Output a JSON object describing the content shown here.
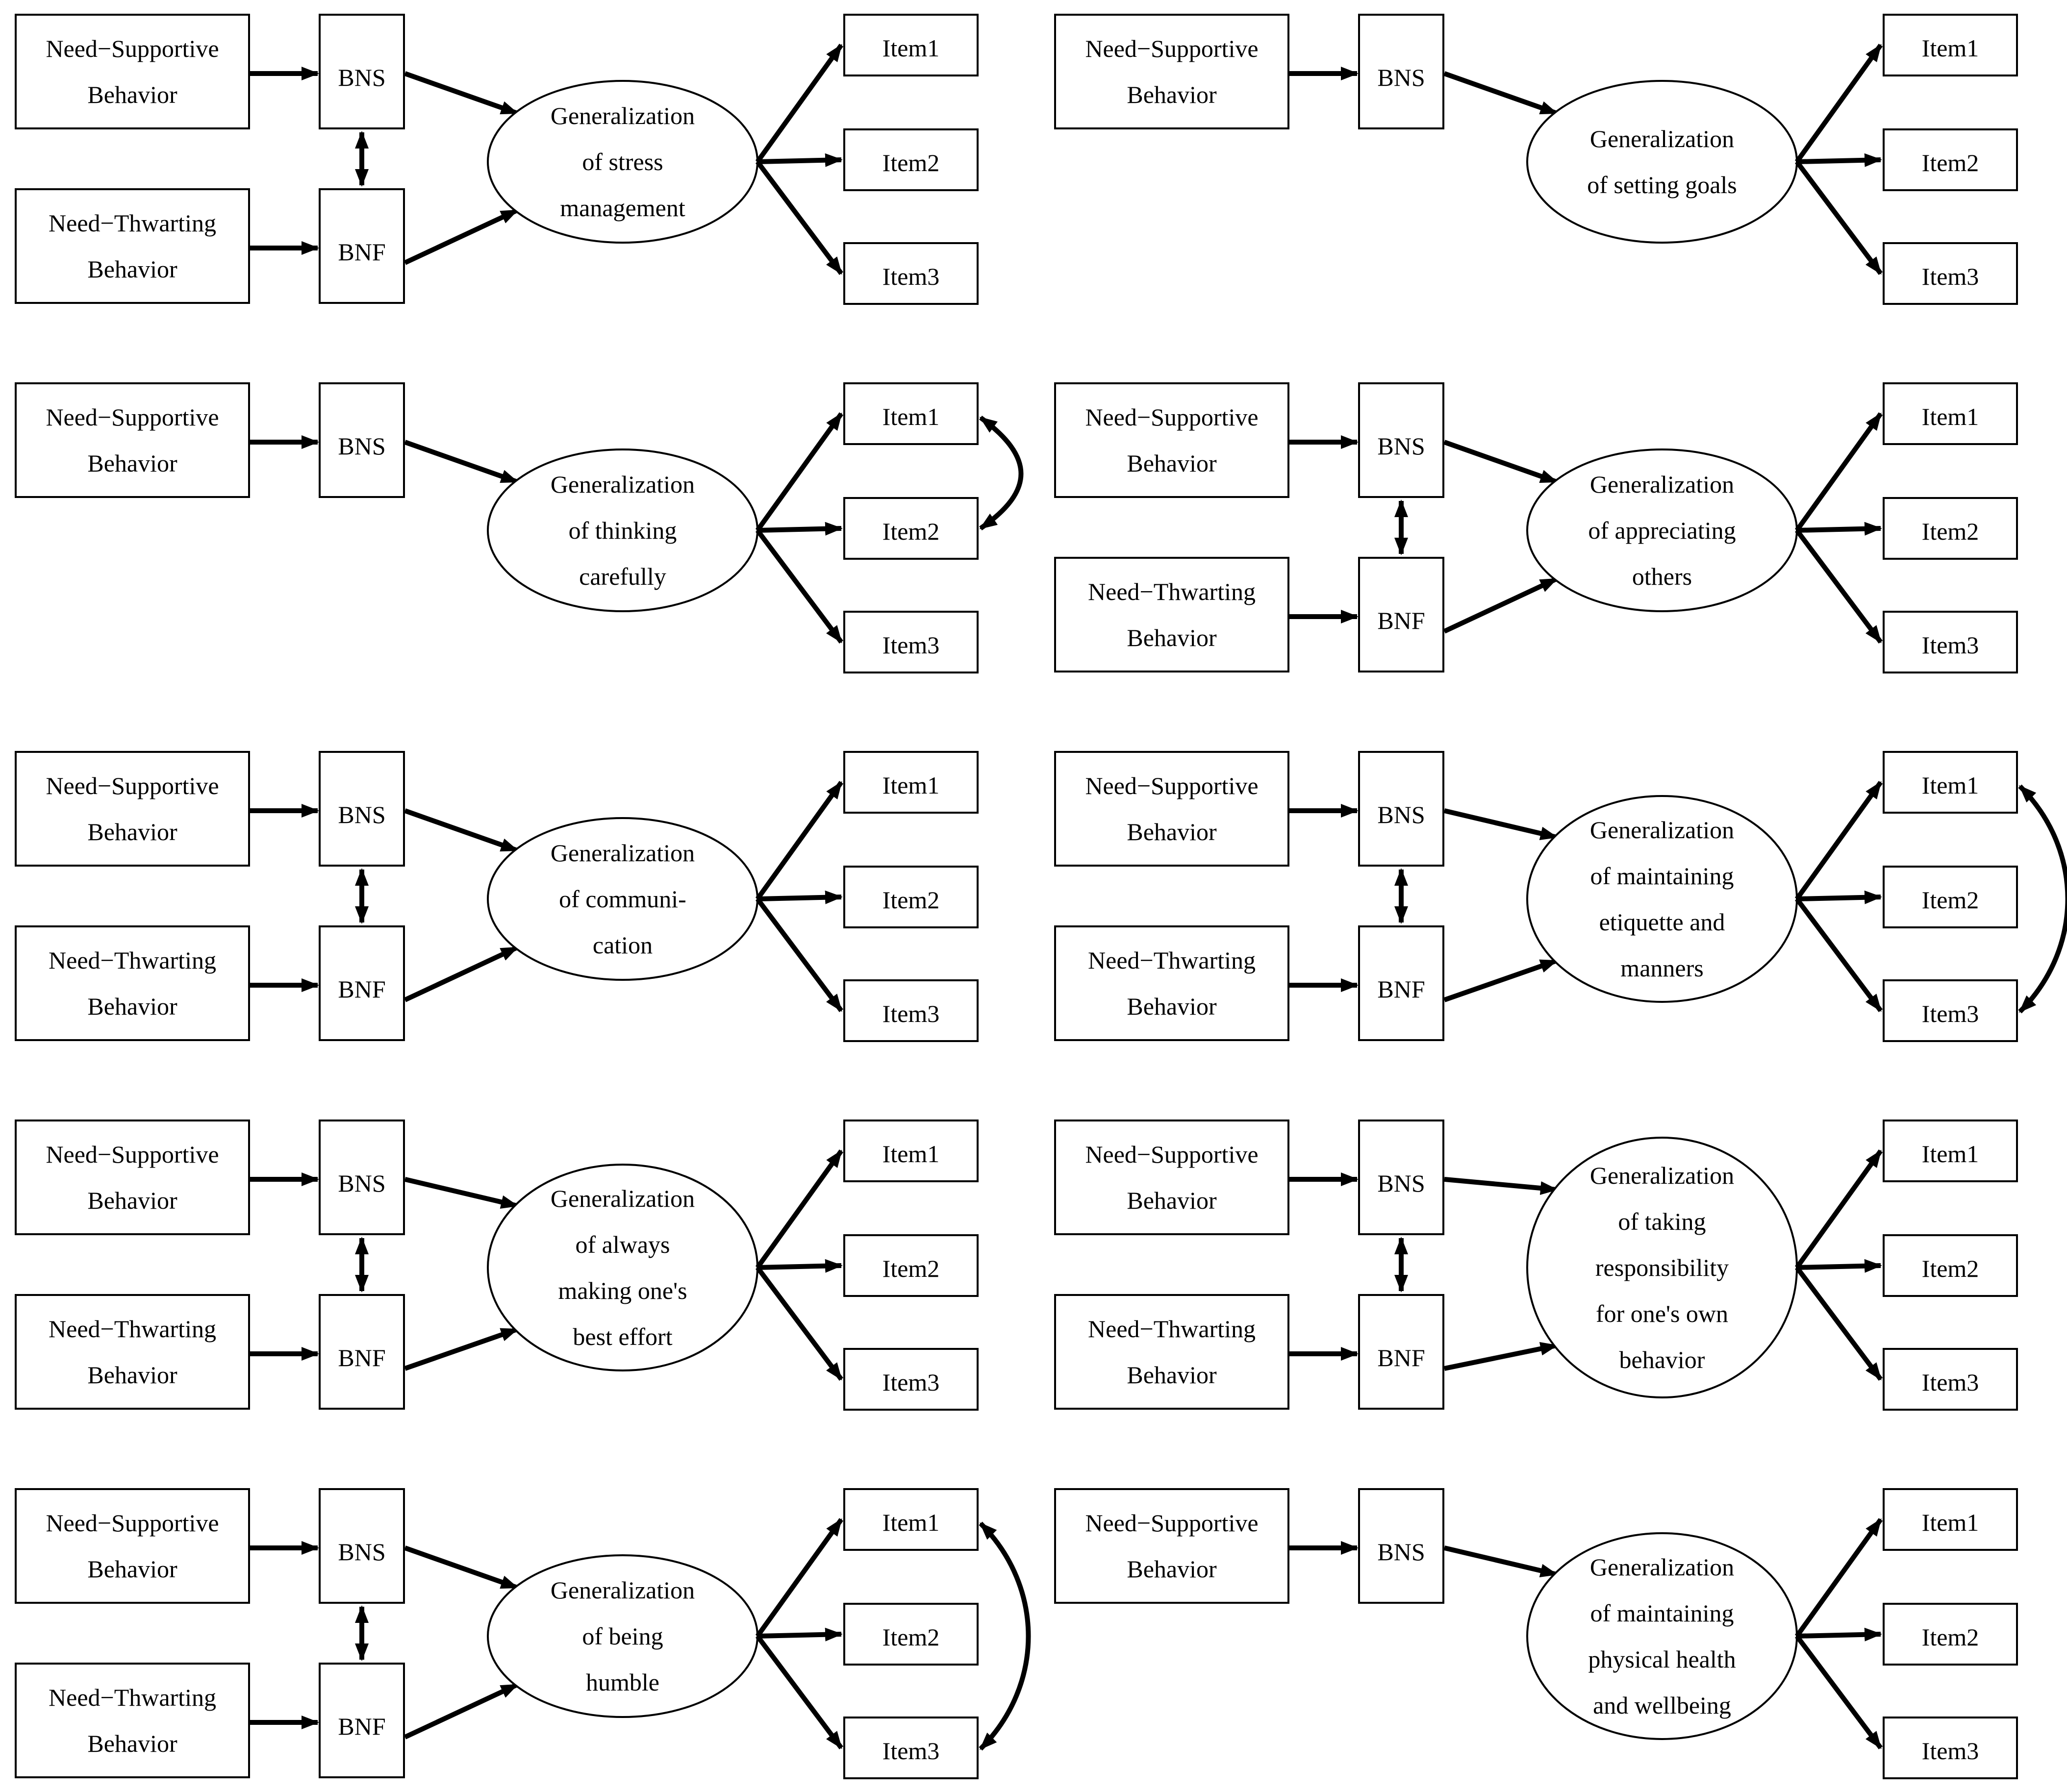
{
  "labels": {
    "need_supportive": "Need−Supportive Behavior",
    "need_supportive_line1": "Need−Supportive",
    "need_supportive_line2": "Behavior",
    "need_thwarting": "Need−Thwarting Behavior",
    "need_thwarting_line1": "Need−Thwarting",
    "need_thwarting_line2": "Behavior",
    "bns": "BNS",
    "bnf": "BNF",
    "item1": "Item1",
    "item2": "Item2",
    "item3": "Item3"
  },
  "colors": {
    "stroke": "#000000",
    "background": "#ffffff"
  },
  "panels": [
    {
      "id": "stress-management",
      "has_bnf": true,
      "item_covariance": "none",
      "latent_lines": [
        "Generalization",
        "of stress",
        "management"
      ]
    },
    {
      "id": "setting-goals",
      "has_bnf": false,
      "item_covariance": "none",
      "latent_lines": [
        "Generalization",
        "of setting goals"
      ]
    },
    {
      "id": "thinking-carefully",
      "has_bnf": false,
      "item_covariance": "item1-item2",
      "latent_lines": [
        "Generalization",
        "of thinking",
        "carefully"
      ]
    },
    {
      "id": "appreciating-others",
      "has_bnf": true,
      "item_covariance": "none",
      "latent_lines": [
        "Generalization",
        "of appreciating",
        "others"
      ]
    },
    {
      "id": "communication",
      "has_bnf": true,
      "item_covariance": "none",
      "latent_lines": [
        "Generalization",
        "of communi-",
        "cation"
      ]
    },
    {
      "id": "maintaining-etiquette",
      "has_bnf": true,
      "item_covariance": "item1-item3",
      "latent_lines": [
        "Generalization",
        "of maintaining",
        "etiquette and",
        "manners"
      ]
    },
    {
      "id": "best-effort",
      "has_bnf": true,
      "item_covariance": "none",
      "latent_lines": [
        "Generalization",
        "of always",
        "making one's",
        "best effort"
      ]
    },
    {
      "id": "taking-responsibility",
      "has_bnf": true,
      "item_covariance": "none",
      "latent_lines": [
        "Generalization",
        "of taking",
        "responsibility",
        "for one's own",
        "behavior"
      ]
    },
    {
      "id": "being-humble",
      "has_bnf": true,
      "item_covariance": "item1-item3",
      "latent_lines": [
        "Generalization",
        "of being",
        "humble"
      ]
    },
    {
      "id": "physical-health",
      "has_bnf": false,
      "item_covariance": "none",
      "latent_lines": [
        "Generalization",
        "of maintaining",
        "physical health",
        "and wellbeing"
      ]
    }
  ]
}
